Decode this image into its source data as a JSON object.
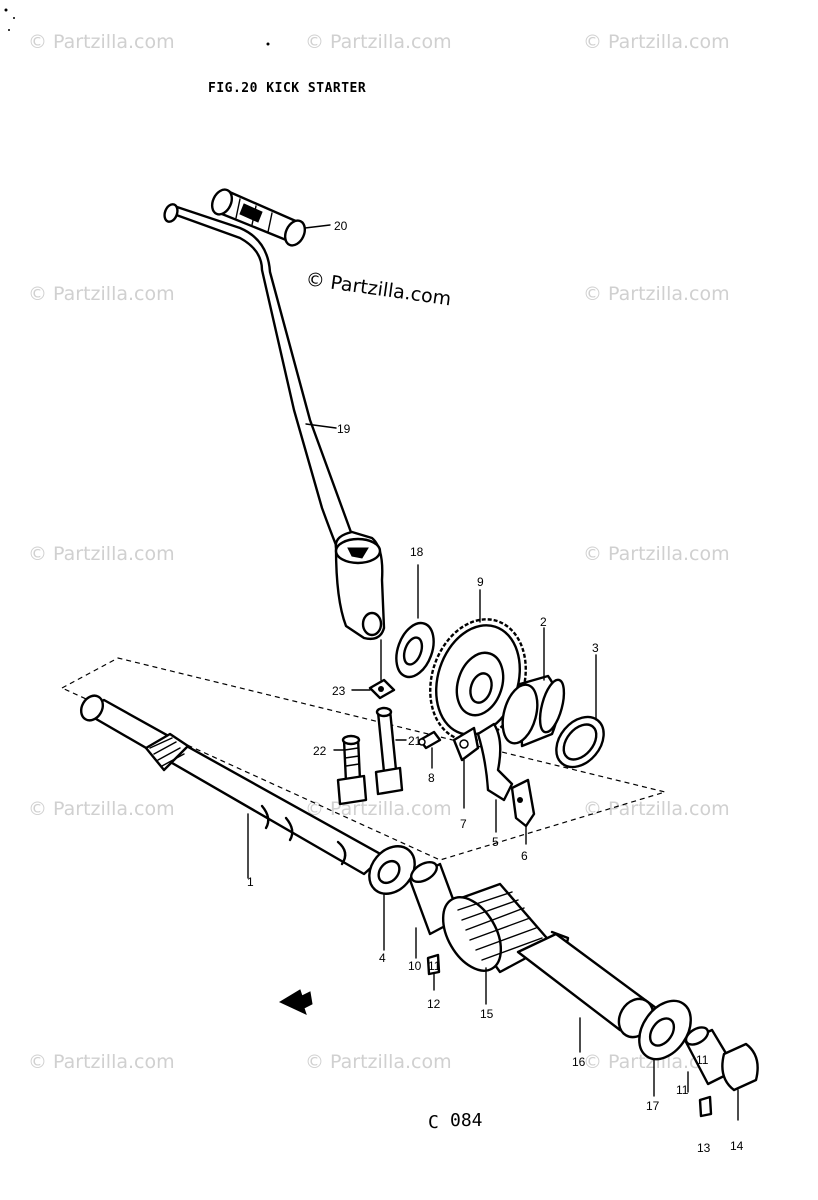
{
  "figure": {
    "title": "FIG.20  KICK STARTER",
    "code": "084",
    "code_prefix": "C"
  },
  "watermark": {
    "text": "© Partzilla.com",
    "center_text": "© Partzilla.com"
  },
  "callouts": [
    {
      "id": "1",
      "label": "1"
    },
    {
      "id": "2",
      "label": "2"
    },
    {
      "id": "3",
      "label": "3"
    },
    {
      "id": "4",
      "label": "4"
    },
    {
      "id": "5",
      "label": "5"
    },
    {
      "id": "6",
      "label": "6"
    },
    {
      "id": "7",
      "label": "7"
    },
    {
      "id": "8",
      "label": "8"
    },
    {
      "id": "9",
      "label": "9"
    },
    {
      "id": "10",
      "label": "10"
    },
    {
      "id": "11a",
      "label": "11"
    },
    {
      "id": "11b",
      "label": "11"
    },
    {
      "id": "11c",
      "label": "11"
    },
    {
      "id": "12",
      "label": "12"
    },
    {
      "id": "13",
      "label": "13"
    },
    {
      "id": "14",
      "label": "14"
    },
    {
      "id": "15",
      "label": "15"
    },
    {
      "id": "16",
      "label": "16"
    },
    {
      "id": "17",
      "label": "17"
    },
    {
      "id": "18",
      "label": "18"
    },
    {
      "id": "19",
      "label": "19"
    },
    {
      "id": "20",
      "label": "20"
    },
    {
      "id": "21",
      "label": "21"
    },
    {
      "id": "22",
      "label": "22"
    },
    {
      "id": "23",
      "label": "23"
    }
  ]
}
